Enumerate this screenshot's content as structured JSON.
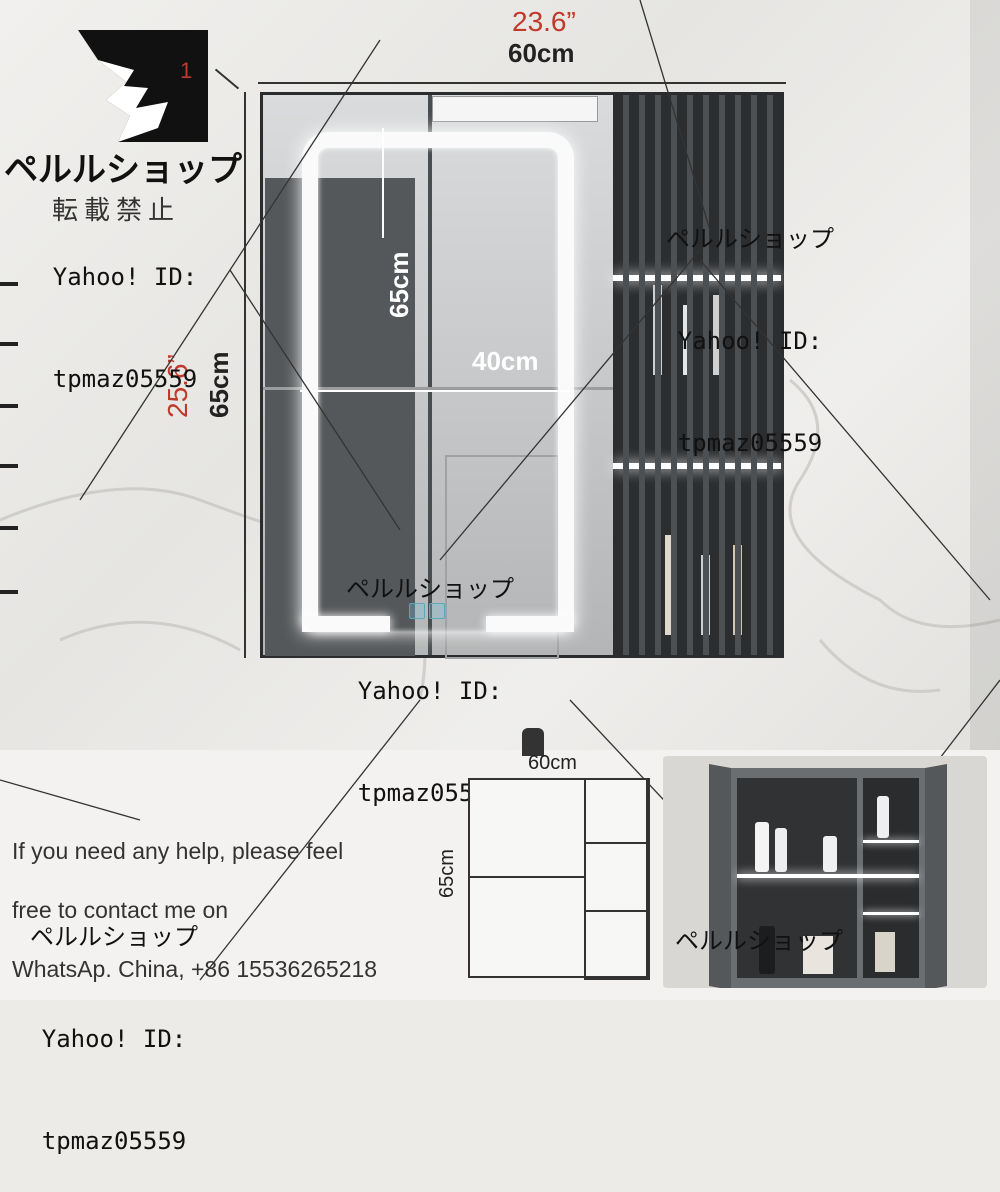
{
  "brand": {
    "logo_icon": "shop-logo-mark",
    "name": "ペルルショップ",
    "notice": "転載禁止"
  },
  "watermark": {
    "shop": "ペルルショップ",
    "yahoo_id_label": "Yahoo! ID:",
    "yahoo_id": "tpmaz05559"
  },
  "dimensions": {
    "width_in": "23.6”",
    "width_cm": "60cm",
    "height_in": "25.6”",
    "height_cm": "65cm",
    "mirror_height": "65cm",
    "mirror_width": "40cm",
    "depth_partial": "1"
  },
  "diagram": {
    "width": "60cm",
    "height": "65cm"
  },
  "help": {
    "line1": "If you need any help, please feel",
    "line2": "free to contact me on",
    "line3": "WhatsAp. China, +86 15536265218"
  },
  "colors": {
    "cabinet": "#3f4245",
    "led": "#fafafa",
    "dimension_red": "#c0392b"
  }
}
